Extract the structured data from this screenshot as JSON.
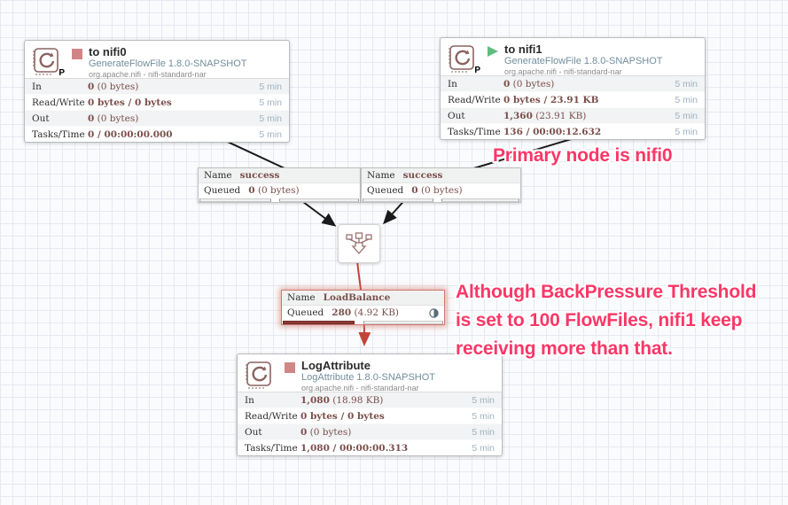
{
  "colors": {
    "annotation_pink": "#fb3767",
    "running_green": "#5fbe7f",
    "stopped_red": "#d18686",
    "value_maroon": "#7a4f4b",
    "type_blue": "#728e9b",
    "window_blue": "#9fb3c2",
    "alert_border": "#cd7b70",
    "red_connection": "#c2453a"
  },
  "processors": [
    {
      "title": "to nifi0",
      "type": "GenerateFlowFile 1.8.0-SNAPSHOT",
      "bundle": "org.apache.nifi - nifi-standard-nar",
      "state": "stopped",
      "primary_badge": "P",
      "stats": [
        {
          "label": "In",
          "value_bold": "0",
          "value_rest": " (0 bytes)",
          "window": "5 min"
        },
        {
          "label": "Read/Write",
          "value_bold": "0 bytes / 0 bytes",
          "value_rest": "",
          "window": "5 min"
        },
        {
          "label": "Out",
          "value_bold": "0",
          "value_rest": " (0 bytes)",
          "window": "5 min"
        },
        {
          "label": "Tasks/Time",
          "value_bold": "0 / 00:00:00.000",
          "value_rest": "",
          "window": "5 min"
        }
      ]
    },
    {
      "title": "to nifi1",
      "type": "GenerateFlowFile 1.8.0-SNAPSHOT",
      "bundle": "org.apache.nifi - nifi-standard-nar",
      "state": "running",
      "primary_badge": "P",
      "stats": [
        {
          "label": "In",
          "value_bold": "0",
          "value_rest": " (0 bytes)",
          "window": "5 min"
        },
        {
          "label": "Read/Write",
          "value_bold": "0 bytes / 23.91 KB",
          "value_rest": "",
          "window": "5 min"
        },
        {
          "label": "Out",
          "value_bold": "1,360",
          "value_rest": " (23.91 KB)",
          "window": "5 min"
        },
        {
          "label": "Tasks/Time",
          "value_bold": "136 / 00:00:12.632",
          "value_rest": "",
          "window": "5 min"
        }
      ]
    },
    {
      "title": "LogAttribute",
      "type": "LogAttribute 1.8.0-SNAPSHOT",
      "bundle": "org.apache.nifi - nifi-standard-nar",
      "state": "stopped",
      "primary_badge": "",
      "stats": [
        {
          "label": "In",
          "value_bold": "1,080",
          "value_rest": " (18.98 KB)",
          "window": "5 min"
        },
        {
          "label": "Read/Write",
          "value_bold": "0 bytes / 0 bytes",
          "value_rest": "",
          "window": "5 min"
        },
        {
          "label": "Out",
          "value_bold": "0",
          "value_rest": " (0 bytes)",
          "window": "5 min"
        },
        {
          "label": "Tasks/Time",
          "value_bold": "1,080 / 00:00:00.313",
          "value_rest": "",
          "window": "5 min"
        }
      ]
    }
  ],
  "connections": [
    {
      "name_label": "Name",
      "name_value": "success",
      "queued_label": "Queued",
      "queued_bold": "0",
      "queued_rest": " (0 bytes)"
    },
    {
      "name_label": "Name",
      "name_value": "success",
      "queued_label": "Queued",
      "queued_bold": "0",
      "queued_rest": " (0 bytes)"
    },
    {
      "name_label": "Name",
      "name_value": "LoadBalance",
      "queued_label": "Queued",
      "queued_bold": "280",
      "queued_rest": " (4.92 KB)"
    }
  ],
  "annotations": {
    "primary_note": "Primary node is nifi0",
    "backpressure_line1": "Although BackPressure Threshold",
    "backpressure_line2": "is set to 100 FlowFiles, nifi1 keep",
    "backpressure_line3": "receiving more than that."
  }
}
